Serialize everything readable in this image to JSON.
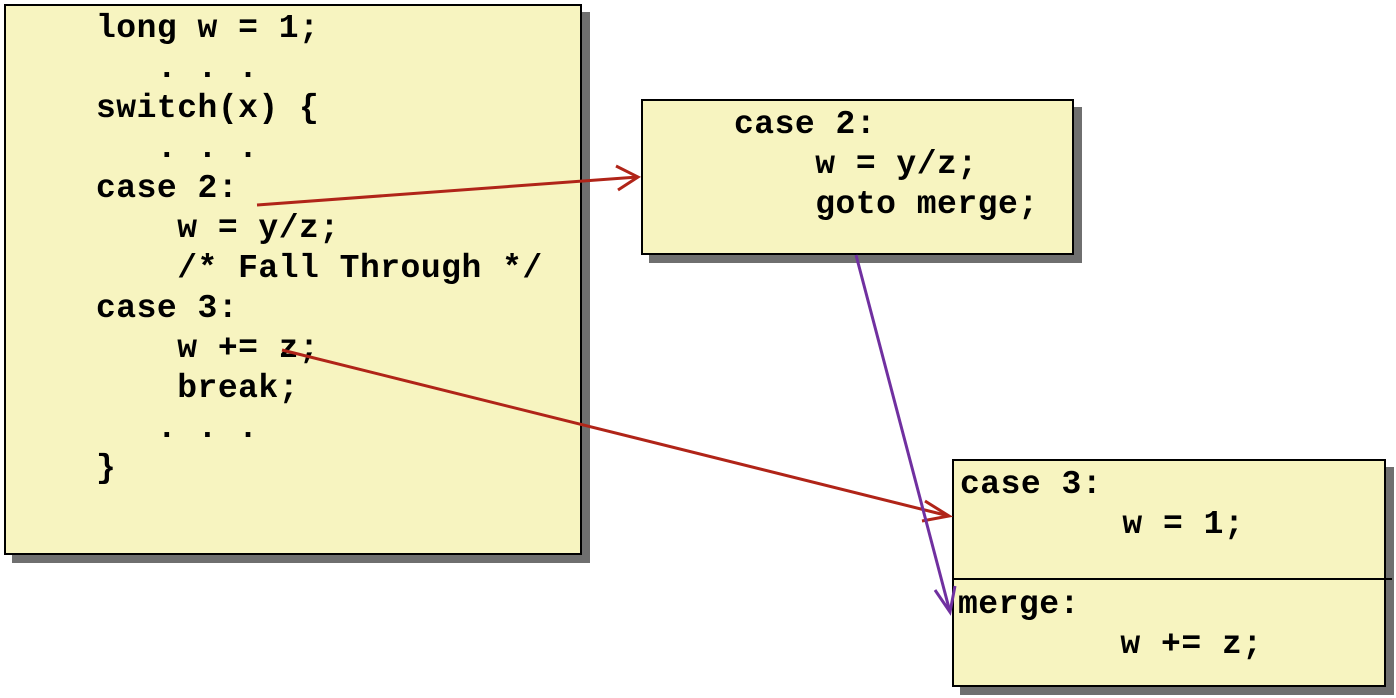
{
  "colors": {
    "box_fill": "#f7f4c0",
    "shadow": "#6f6f6f",
    "arrow_red": "#b02418",
    "arrow_purple": "#7030a0"
  },
  "source_code": {
    "lines": [
      "long w = 1;",
      "   . . .",
      "switch(x) {",
      "   . . .",
      "case 2:",
      "    w = y/z;",
      "    /* Fall Through */",
      "case 3:",
      "    w += z;",
      "    break;",
      "   . . .",
      "}"
    ]
  },
  "case2_block": {
    "lines": [
      "case 2:",
      "    w = y/z;",
      "    goto merge;"
    ]
  },
  "case3_block": {
    "lines": [
      "case 3:",
      "        w = 1;"
    ]
  },
  "merge_block": {
    "lines": [
      "merge:",
      "        w += z;"
    ]
  }
}
